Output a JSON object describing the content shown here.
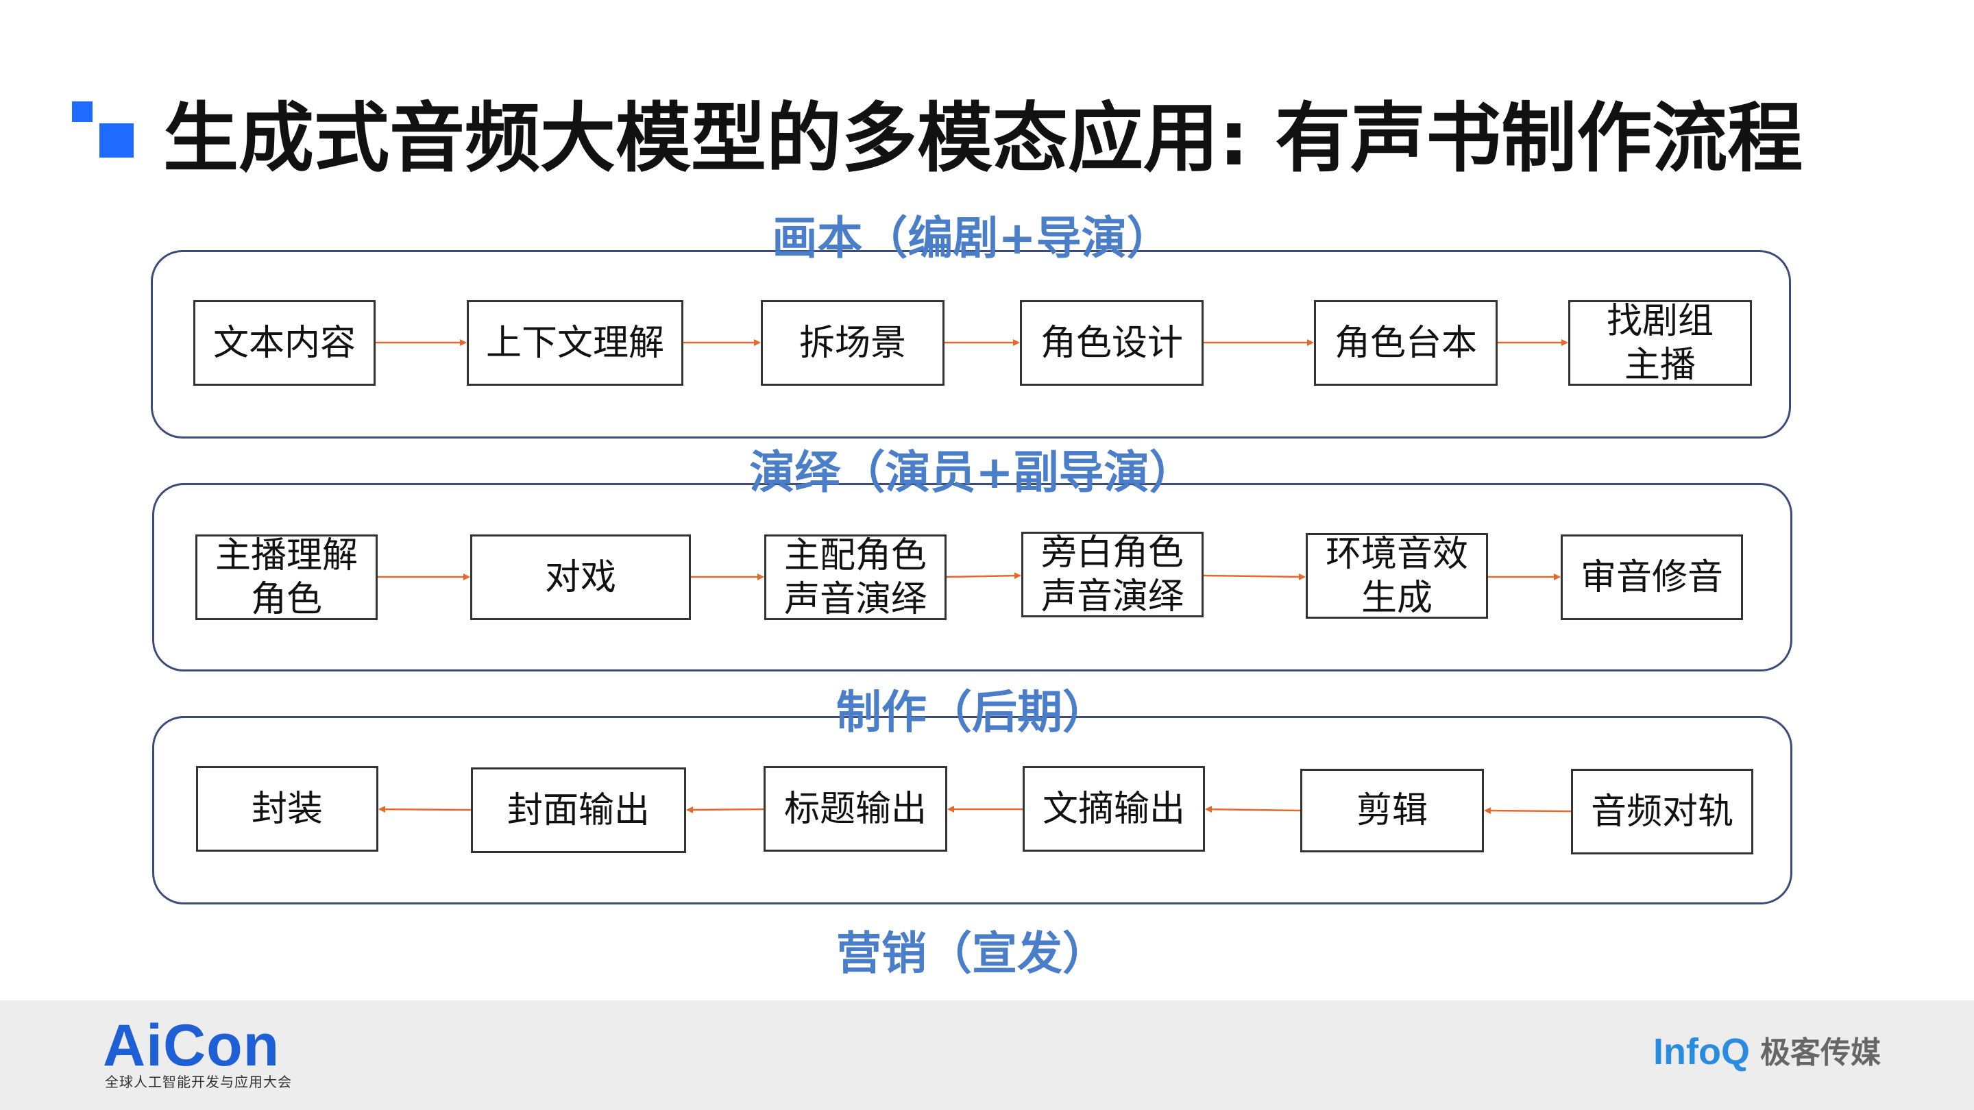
{
  "title": "生成式音频大模型的多模态应用: 有声书制作流程",
  "sections": [
    {
      "label": "画本（编剧+导演）",
      "nodes": [
        "文本内容",
        "上下文理解",
        "拆场景",
        "角色设计",
        "角色台本",
        "找剧组\n主播"
      ]
    },
    {
      "label": "演绎（演员+副导演）",
      "nodes": [
        "主播理解\n角色",
        "对戏",
        "主配角色\n声音演绎",
        "旁白角色\n声音演绎",
        "环境音效\n生成",
        "审音修音"
      ]
    },
    {
      "label": "制作（后期）",
      "nodes": [
        "封装",
        "封面输出",
        "标题输出",
        "文摘输出",
        "剪辑",
        "音频对轨"
      ]
    },
    {
      "label": "营销（宣发）",
      "nodes": []
    }
  ],
  "footer": {
    "brand": "AiCon",
    "brand_sub": "全球人工智能开发与应用大会",
    "partner": "InfoQ",
    "partner_cn": "极客传媒"
  },
  "colors": {
    "title_icon": "#1f6bff",
    "section_label": "#4a7ec8",
    "panel_border": "#3d4b7a",
    "arrow": "#e4692a",
    "footer_bg": "#ededed"
  }
}
